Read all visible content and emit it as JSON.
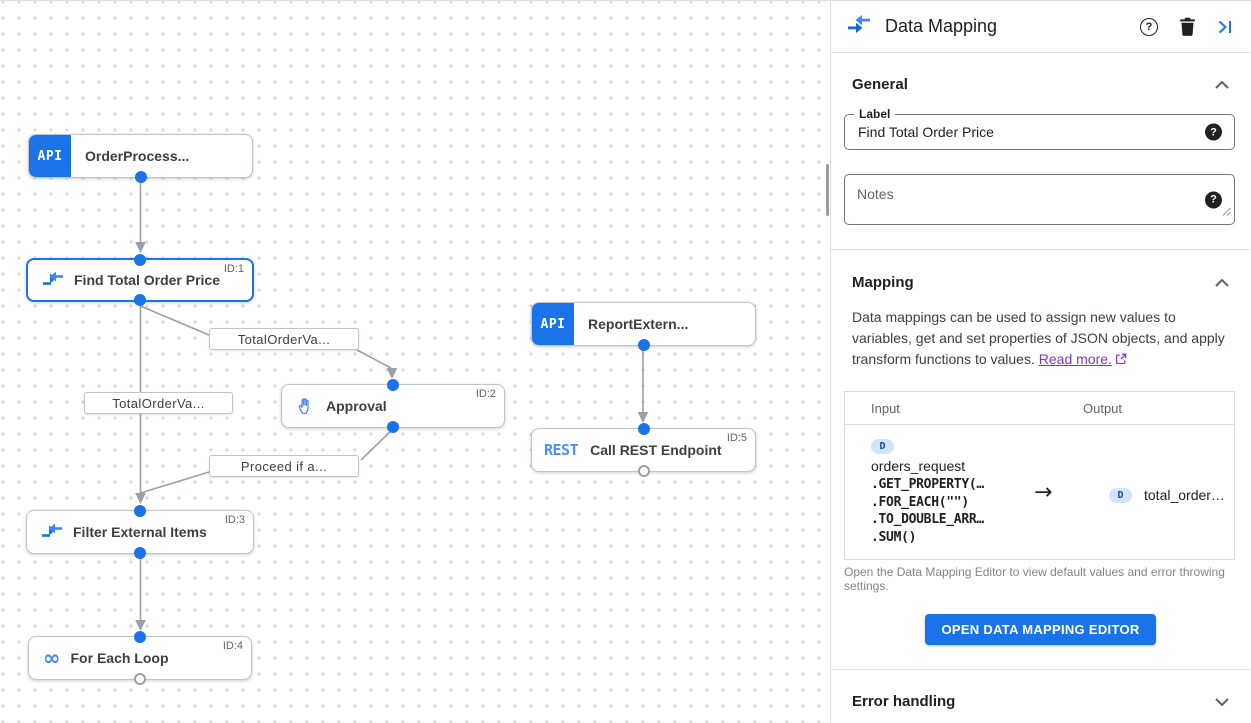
{
  "canvas": {
    "nodes": [
      {
        "chip": "API",
        "label": "OrderProcess...",
        "badge": ""
      },
      {
        "icon": "data-mapping-icon",
        "label": "Find Total Order Price",
        "badge": "ID:1",
        "selected": true
      },
      {
        "chip": "API",
        "label": "ReportExtern...",
        "badge": ""
      },
      {
        "icon": "hand-icon",
        "label": "Approval",
        "badge": "ID:2"
      },
      {
        "chip": "REST",
        "label": "Call REST Endpoint",
        "badge": "ID:5"
      },
      {
        "icon": "data-mapping-icon",
        "label": "Filter External Items",
        "badge": "ID:3"
      },
      {
        "icon": "infinity-icon",
        "label": "For Each Loop",
        "badge": "ID:4"
      }
    ],
    "edge_labels": [
      "TotalOrderVa...",
      "TotalOrderVa...",
      "Proceed if a..."
    ]
  },
  "panel": {
    "title": "Data Mapping",
    "header_icons": [
      "data-mapping-icon",
      "help-icon",
      "trash-icon",
      "collapse-panel-icon"
    ],
    "general": {
      "title": "General",
      "label_field": {
        "label": "Label",
        "value": "Find Total Order Price"
      },
      "notes_field": {
        "placeholder": "Notes"
      }
    },
    "mapping": {
      "title": "Mapping",
      "description": "Data mappings can be used to assign new values to variables, get and set properties of JSON objects, and apply transform functions to values.",
      "link_label": "Read more.",
      "table": {
        "input_header": "Input",
        "output_header": "Output",
        "input_badge": "D",
        "input_variable": "orders_request",
        "input_lines": [
          ".GET_PROPERTY(…",
          ".FOR_EACH(\"\")",
          ".TO_DOUBLE_ARR…",
          ".SUM()"
        ],
        "arrow": "→",
        "output_badge": "D",
        "output_variable": "total_order…"
      },
      "caption": "Open the Data Mapping Editor to view default values and error throwing settings.",
      "button_label": "OPEN DATA MAPPING EDITOR"
    },
    "error_handling": {
      "title": "Error handling"
    }
  },
  "colors": {
    "accent_blue": "#1a73e8",
    "light_blue": "#4285f4",
    "rest_blue": "#4d8ef7",
    "edge_gray": "#9aa0a6",
    "link_purple": "#8430ce",
    "badge_bg": "#d2e3fc",
    "badge_text": "#174ea6"
  }
}
